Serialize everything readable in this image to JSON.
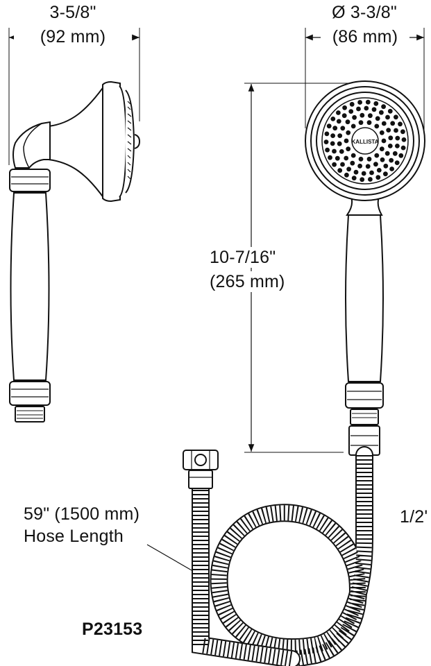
{
  "dimensions": {
    "side_depth_in": "3-5/8\"",
    "side_depth_mm": "(92 mm)",
    "head_diameter_in": "Ø 3-3/8\"",
    "head_diameter_mm": "(86 mm)",
    "overall_length_in": "10-7/16\"",
    "overall_length_mm": "(265 mm)"
  },
  "hose": {
    "length_line1": "59\" (1500 mm)",
    "length_line2": "Hose Length",
    "connection": "1/2'"
  },
  "brand_mark": "KALLISTA",
  "model_number": "P23153"
}
